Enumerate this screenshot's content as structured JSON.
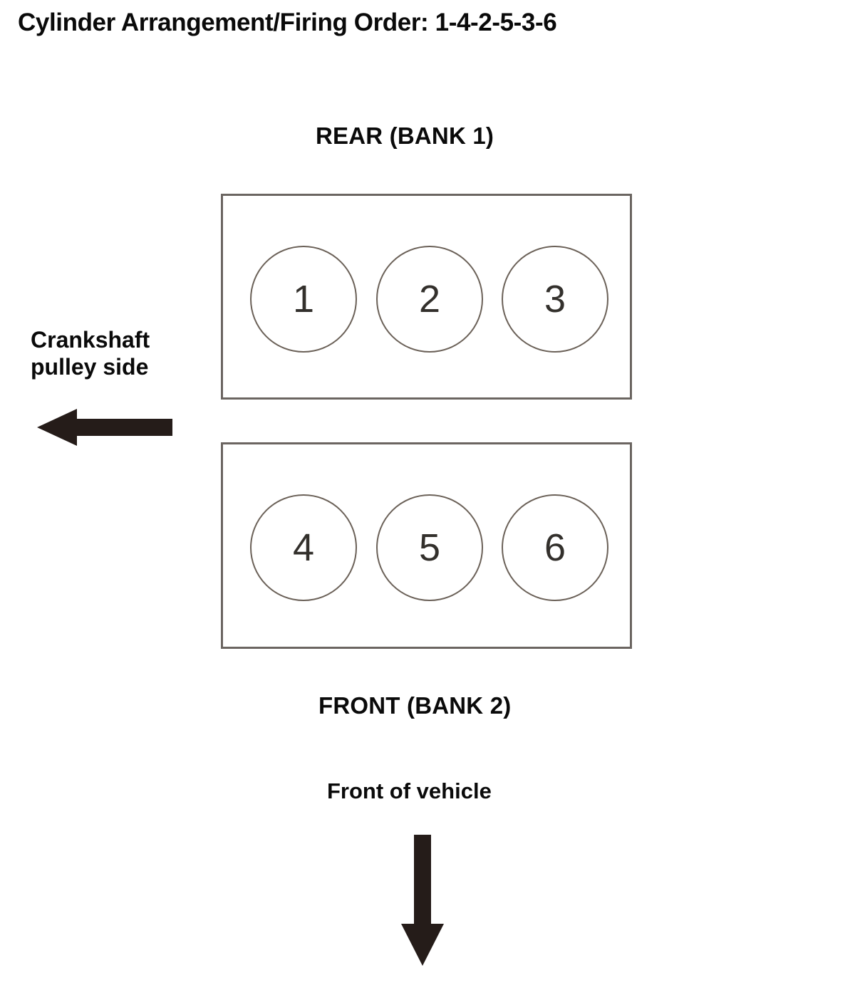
{
  "title": "Cylinder Arrangement/Firing Order: 1-4-2-5-3-6",
  "firing_order": "1-4-2-5-3-6",
  "banks": [
    {
      "caption": "REAR (BANK 1)",
      "caption_position": "above",
      "cylinders": [
        "1",
        "2",
        "3"
      ]
    },
    {
      "caption": "FRONT (BANK 2)",
      "caption_position": "below",
      "cylinders": [
        "4",
        "5",
        "6"
      ]
    }
  ],
  "annotations": {
    "crankshaft_line1": "Crankshaft",
    "crankshaft_line2": "pulley side",
    "crankshaft_arrow": "arrow-left-icon",
    "vehicle_front": "Front of vehicle",
    "vehicle_arrow": "arrow-down-icon"
  },
  "colors": {
    "text": "#0a0a0a",
    "box_stroke": "#6b6561",
    "circle_stroke": "#6b6158",
    "circle_number": "#33302c",
    "arrow_fill": "#251c19",
    "background": "#ffffff"
  }
}
